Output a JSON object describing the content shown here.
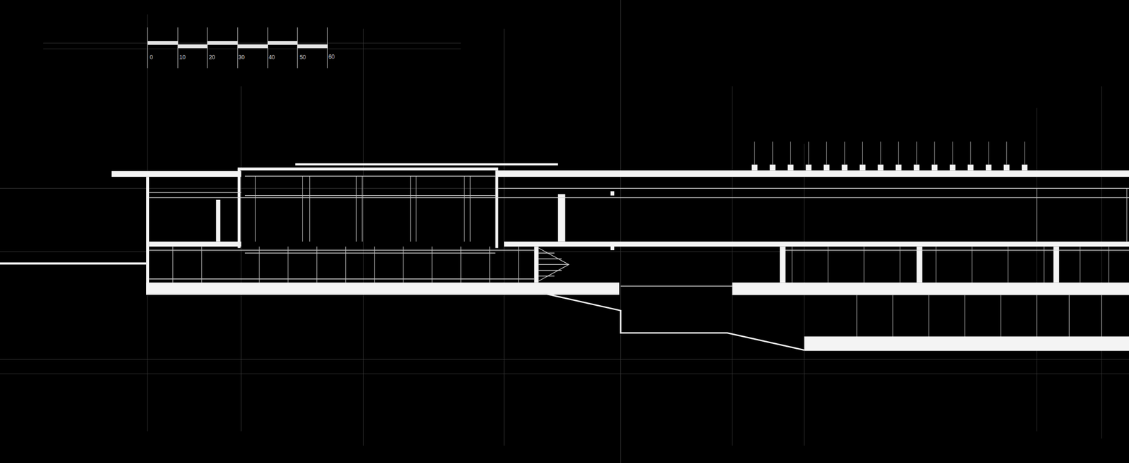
{
  "diagram": {
    "labels": [
      "0",
      "10",
      "20",
      "30",
      "40",
      "50",
      "60"
    ]
  }
}
